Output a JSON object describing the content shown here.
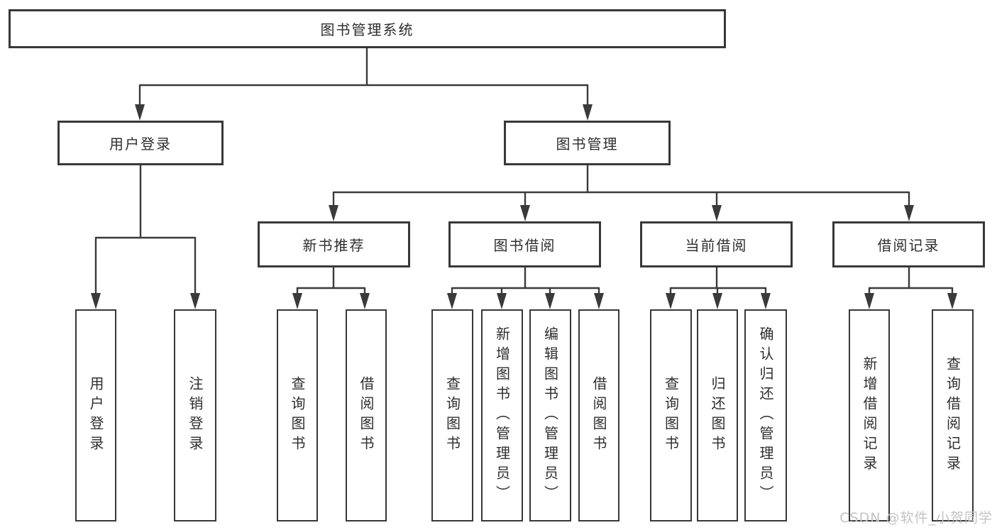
{
  "colors": {
    "background": "#ffffff",
    "line": "#3a3a3a",
    "box_border": "#383838",
    "text": "#2e2e2e",
    "watermark": "#c3c3c3"
  },
  "watermark": {
    "text": "CSDN @软件_小贺同学"
  },
  "tree": {
    "root": {
      "label": "图书管理系统"
    },
    "branches": [
      {
        "label": "用户登录",
        "leaves": [
          {
            "label": "用户登录"
          },
          {
            "label": "注销登录"
          }
        ]
      },
      {
        "label": "图书管理",
        "groups": [
          {
            "label": "新书推荐",
            "leaves": [
              {
                "label": "查询图书"
              },
              {
                "label": "借阅图书"
              }
            ]
          },
          {
            "label": "图书借阅",
            "leaves": [
              {
                "label": "查询图书"
              },
              {
                "label": "新增图书（管理员）"
              },
              {
                "label": "编辑图书（管理员）"
              },
              {
                "label": "借阅图书"
              }
            ]
          },
          {
            "label": "当前借阅",
            "leaves": [
              {
                "label": "查询图书"
              },
              {
                "label": "归还图书"
              },
              {
                "label": "确认归还（管理员）"
              }
            ]
          },
          {
            "label": "借阅记录",
            "leaves": [
              {
                "label": "新增借阅记录"
              },
              {
                "label": "查询借阅记录"
              }
            ]
          }
        ]
      }
    ]
  }
}
